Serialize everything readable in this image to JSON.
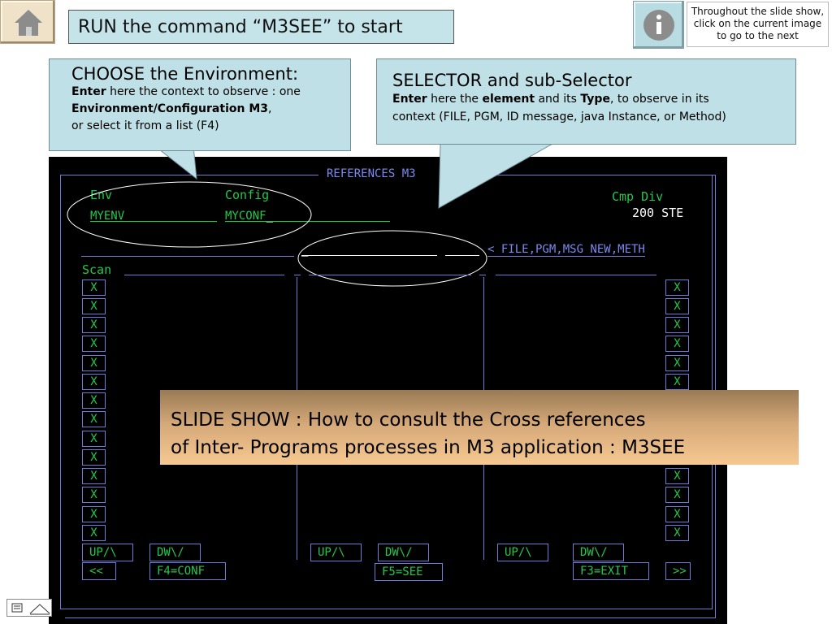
{
  "header": {
    "run_text": "RUN the command “M3SEE” to start",
    "info_text": [
      "Throughout the slide show,",
      "click on the current image",
      "to go to the next"
    ],
    "home_icon": "home-icon",
    "info_icon": "info-icon"
  },
  "callout_env": {
    "title": "CHOOSE the Environment:",
    "line1_bold": "Enter",
    "line1_rest": " here the context to observe : one",
    "line2_bold": "Environment/Configuration M3",
    "line2_rest": ",",
    "line3": "or select it from a list (F4)"
  },
  "callout_sel": {
    "title": "SELECTOR and sub-Selector",
    "l1_bold1": "Enter",
    "l1_text1": " here the ",
    "l1_bold2": "element",
    "l1_text2": " and its ",
    "l1_bold3": "Type",
    "l1_text3": ", to observe in its",
    "line2": "context (FILE, PGM, ID message, java Instance, or Method)"
  },
  "screen": {
    "title": "REFERENCES M3",
    "env_label": "Env",
    "config_label": "Config",
    "env_value": "MYENV",
    "config_value": "MYCONF",
    "cursor": "_",
    "cmp_div_label": "Cmp Div",
    "cmp_div_value": "200 STE",
    "type_hint": "< FILE,PGM,MSG NEW,METH",
    "scan_label": "Scan",
    "x_mark": "X",
    "buttons": {
      "up": "UP/\\",
      "dw": "DW\\/",
      "prev": "<<",
      "next": ">>",
      "f4": "F4=CONF",
      "f5": "F5=SEE",
      "f3": "F3=EXIT"
    },
    "colors": {
      "background": "#000000",
      "field_text": "#22c84a",
      "frame": "#6f7bd8",
      "value_text": "#ffffff"
    }
  },
  "banner": {
    "line1": "SLIDE SHOW : How to consult the Cross references",
    "line2": "of Inter- Programs processes in M3 application : M3SEE"
  },
  "footer": {
    "nav_icon": "slide-nav-icon"
  }
}
